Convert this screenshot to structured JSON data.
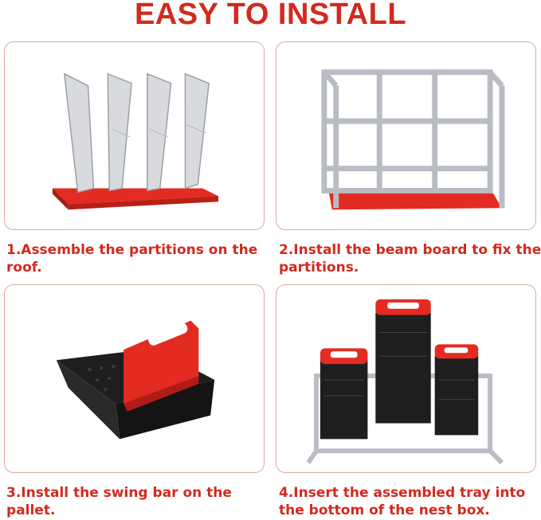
{
  "header": {
    "title": "EASY TO INSTALL"
  },
  "steps": [
    {
      "caption": "1.Assemble the partitions on the roof."
    },
    {
      "caption": "2.Install the beam board to fix the partitions."
    },
    {
      "caption": "3.Install the swing bar on the pallet."
    },
    {
      "caption": "4.Insert the assembled tray into the bottom of the nest box."
    }
  ],
  "colors": {
    "accent": "#d22a1e",
    "steel": "#c9ccd1",
    "tray": "#1e1e1e",
    "red_part": "#e32b22"
  }
}
